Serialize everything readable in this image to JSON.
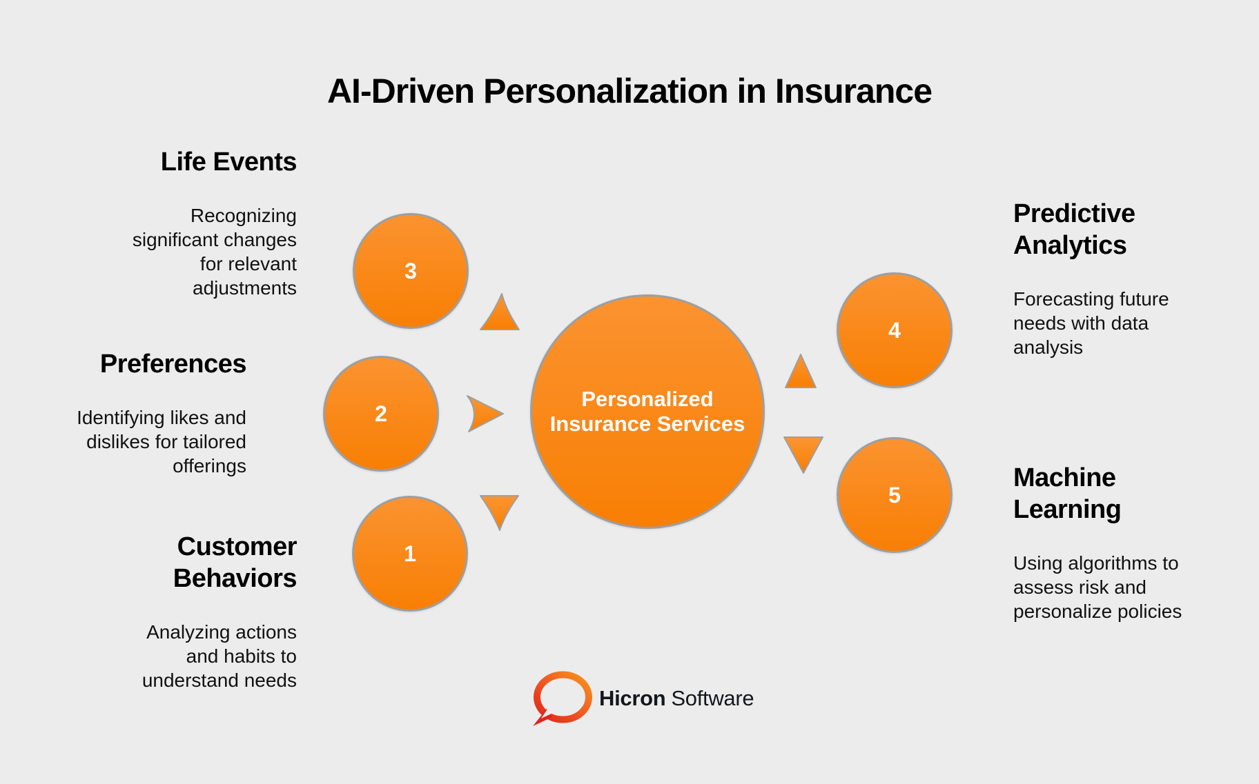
{
  "title": "AI-Driven Personalization in Insurance",
  "colors": {
    "background": "#ECECEC",
    "orange_light": "#FB9330",
    "orange_dark": "#F87F04",
    "circle_border": "#9C9FA3",
    "text": "#000000",
    "circle_text": "#FFFFFF",
    "logo_orange": "#F7941E",
    "logo_red": "#E2231A"
  },
  "center_circle": {
    "lines": [
      "Personalized",
      "Insurance Services"
    ]
  },
  "sections": {
    "life_events": {
      "heading": [
        "Life Events"
      ],
      "desc": [
        "Recognizing",
        "significant changes",
        "for relevant",
        "adjustments"
      ],
      "number": "3"
    },
    "preferences": {
      "heading": [
        "Preferences"
      ],
      "desc": [
        "Identifying likes and",
        "dislikes for tailored",
        "offerings"
      ],
      "number": "2"
    },
    "customer_behaviors": {
      "heading": [
        "Customer",
        "Behaviors"
      ],
      "desc": [
        "Analyzing actions",
        "and habits to",
        "understand needs"
      ],
      "number": "1"
    },
    "predictive_analytics": {
      "heading": [
        "Predictive",
        "Analytics"
      ],
      "desc": [
        "Forecasting future",
        "needs with data",
        "analysis"
      ],
      "number": "4"
    },
    "machine_learning": {
      "heading": [
        "Machine",
        "Learning"
      ],
      "desc": [
        "Using algorithms to",
        "assess risk and",
        "personalize policies"
      ],
      "number": "5"
    }
  },
  "logo": {
    "brand_bold": "Hicron",
    "brand_regular": "Software"
  }
}
